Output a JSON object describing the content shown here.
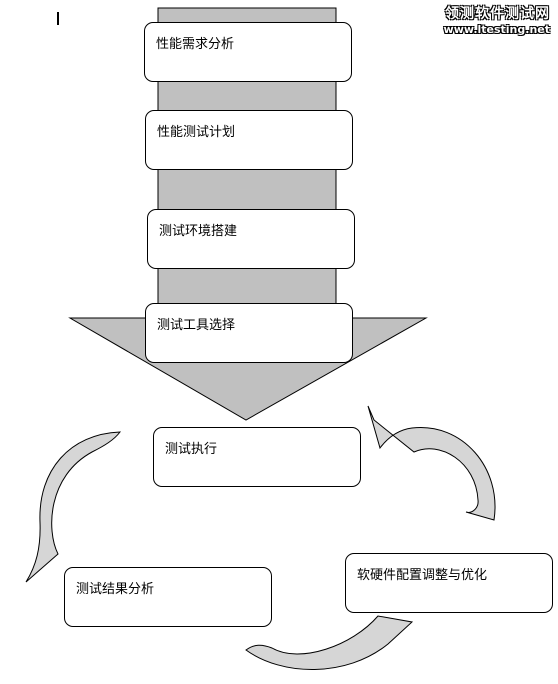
{
  "watermark": {
    "site_name": "领测软件测试网",
    "url": "www.ltesting.net"
  },
  "pipeline": {
    "steps": [
      {
        "label": "性能需求分析"
      },
      {
        "label": "性能测试计划"
      },
      {
        "label": "测试环境搭建"
      },
      {
        "label": "测试工具选择"
      }
    ]
  },
  "cycle": {
    "steps": [
      {
        "label": "测试执行"
      },
      {
        "label": "软硬件配置调整与优化"
      },
      {
        "label": "测试结果分析"
      }
    ]
  },
  "colors": {
    "arrow_fill": "#c0c0c0",
    "curve_fill": "#d6d6d6",
    "outline": "#000000",
    "box_fill": "#ffffff"
  }
}
